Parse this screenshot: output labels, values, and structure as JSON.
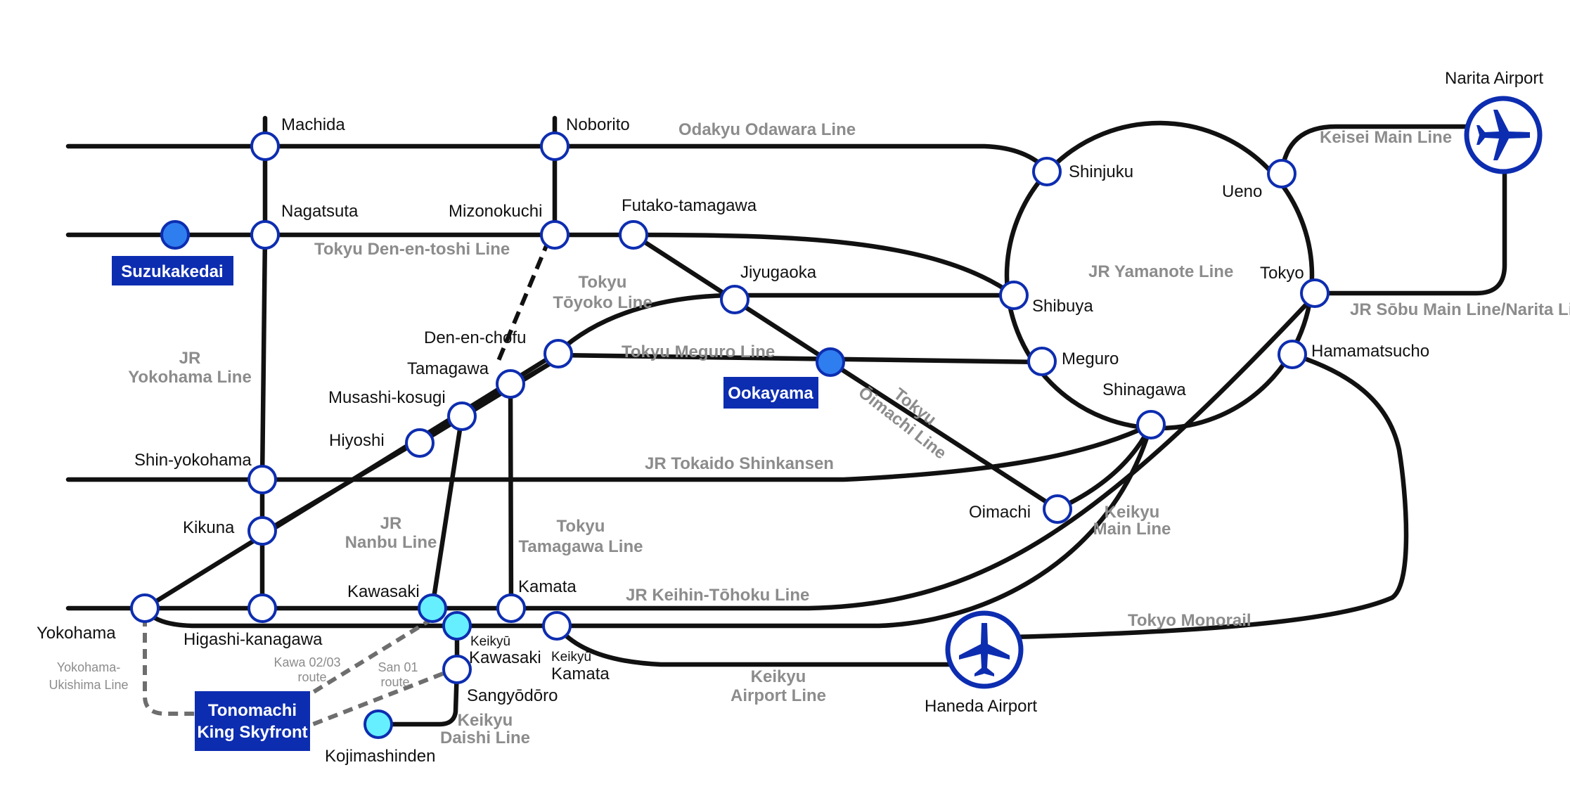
{
  "stations": {
    "machida": "Machida",
    "noborito": "Noborito",
    "nagatsuta": "Nagatsuta",
    "mizonokuchi": "Mizonokuchi",
    "futako_tamagawa": "Futako-tamagawa",
    "jiyugaoka": "Jiyugaoka",
    "den_en_chofu": "Den-en-chofu",
    "tamagawa": "Tamagawa",
    "musashi_kosugi": "Musashi-kosugi",
    "hiyoshi": "Hiyoshi",
    "shin_yokohama": "Shin-yokohama",
    "kikuna": "Kikuna",
    "yokohama": "Yokohama",
    "higashi_kanagawa": "Higashi-kanagawa",
    "kawasaki": "Kawasaki",
    "keikyu_kawasaki": [
      "Keikyū",
      "Kawasaki"
    ],
    "kamata": "Kamata",
    "keikyu_kamata": [
      "Keikyū",
      "Kamata"
    ],
    "sangyodoro": "Sangyōdōro",
    "kojimashinden": "Kojimashinden",
    "shinjuku": "Shinjuku",
    "ueno": "Ueno",
    "shibuya": "Shibuya",
    "tokyo": "Tokyo",
    "meguro": "Meguro",
    "hamamatsucho": "Hamamatsucho",
    "shinagawa": "Shinagawa",
    "oimachi": "Oimachi",
    "narita_airport": "Narita Airport",
    "haneda_airport": "Haneda Airport"
  },
  "highlighted_stations": {
    "suzukakedai": "Suzukakedai",
    "ookayama": "Ookayama",
    "tonomachi": [
      "Tonomachi",
      "King Skyfront"
    ]
  },
  "lines": {
    "odakyu_odawara": "Odakyu Odawara Line",
    "tokyu_den_en_toshi": "Tokyu Den-en-toshi Line",
    "tokyu_toyoko": [
      "Tokyu",
      "Tōyoko Line"
    ],
    "tokyu_meguro": "Tokyu Meguro Line",
    "tokyu_oimachi": [
      "Tokyu",
      "Ōimachi Line"
    ],
    "jr_yokohama": [
      "JR",
      "Yokohama Line"
    ],
    "jr_tokaido_shinkansen": "JR Tokaido Shinkansen",
    "jr_nanbu": [
      "JR",
      "Nanbu Line"
    ],
    "tokyu_tamagawa": [
      "Tokyu",
      "Tamagawa Line"
    ],
    "jr_keihin_tohoku": "JR Keihin-Tōhoku Line",
    "keikyu_main": [
      "Keikyu",
      "Main Line"
    ],
    "keikyu_airport": [
      "Keikyu",
      "Airport Line"
    ],
    "keikyu_daishi": [
      "Keikyu",
      "Daishi Line"
    ],
    "tokyo_monorail": "Tokyo Monorail",
    "jr_yamanote": "JR Yamanote Line",
    "keisei_main": "Keisei Main Line",
    "jr_sobu_narita": "JR Sōbu Main Line/Narita Line",
    "yokohama_ukishima": [
      "Yokohama-",
      "Ukishima Line"
    ]
  },
  "bus_routes": {
    "kawa": [
      "Kawa 02/03",
      "route"
    ],
    "san": [
      "San 01",
      "route"
    ]
  },
  "colors": {
    "station_outline": "#0d2db0",
    "highlight_fill": "#2f7ef0",
    "keikyu_fill": "#66f0ff",
    "label_box": "#0d2db0",
    "line_label_gray": "#8c8c8c",
    "track": "#111111"
  },
  "icons": {
    "airport": "airplane-icon"
  }
}
